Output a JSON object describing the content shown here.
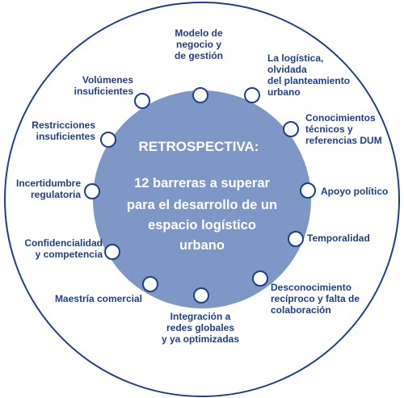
{
  "colors": {
    "outer_ring": "#1f3f86",
    "inner_circle": "#7d97c6",
    "node_stroke": "#1f3f86",
    "label_text": "#1f3f86",
    "center_text": "#ffffff"
  },
  "center": {
    "title": "RETROSPECTIVA:",
    "body": [
      "12 barreras a superar",
      "para el desarrollo de un",
      "espacio logístico",
      "urbano"
    ]
  },
  "barriers": [
    {
      "lines": [
        "Modelo de",
        "negocio y",
        "de gestión"
      ]
    },
    {
      "lines": [
        "La logística,",
        "olvidada",
        "del planteamiento",
        "urbano"
      ]
    },
    {
      "lines": [
        "Conocimientos",
        "técnicos y",
        "referencias DUM"
      ]
    },
    {
      "lines": [
        "Apoyo político"
      ]
    },
    {
      "lines": [
        "Temporalidad"
      ]
    },
    {
      "lines": [
        "Desconocimiento",
        "recíproco y falta de",
        "colaboración"
      ]
    },
    {
      "lines": [
        "Integración a",
        "redes globales",
        "y ya optimizadas"
      ]
    },
    {
      "lines": [
        "Maestría comercial"
      ]
    },
    {
      "lines": [
        "Confidencialidad",
        "y competencia"
      ]
    },
    {
      "lines": [
        "Incertidumbre",
        "regulatoria"
      ]
    },
    {
      "lines": [
        "Restricciones",
        "insuficientes"
      ]
    },
    {
      "lines": [
        "Volúmenes",
        "insuficientes"
      ]
    }
  ]
}
